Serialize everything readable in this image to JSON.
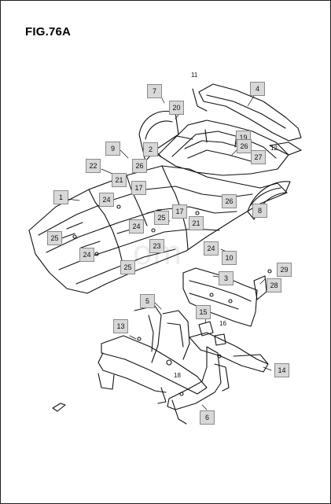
{
  "figure": {
    "title": "FIG.76A"
  },
  "watermark": "om",
  "callouts": [
    {
      "id": "c1",
      "label": "1"
    },
    {
      "id": "c2",
      "label": "2"
    },
    {
      "id": "c3",
      "label": "3"
    },
    {
      "id": "c4",
      "label": "4"
    },
    {
      "id": "c5",
      "label": "5"
    },
    {
      "id": "c6",
      "label": "6"
    },
    {
      "id": "c7",
      "label": "7"
    },
    {
      "id": "c8",
      "label": "8"
    },
    {
      "id": "c9",
      "label": "9"
    },
    {
      "id": "c10",
      "label": "10"
    },
    {
      "id": "c13",
      "label": "13"
    },
    {
      "id": "c14",
      "label": "14"
    },
    {
      "id": "c15",
      "label": "15"
    },
    {
      "id": "c17a",
      "label": "17"
    },
    {
      "id": "c17b",
      "label": "17"
    },
    {
      "id": "c19",
      "label": "19"
    },
    {
      "id": "c20",
      "label": "20"
    },
    {
      "id": "c21a",
      "label": "21"
    },
    {
      "id": "c21b",
      "label": "21"
    },
    {
      "id": "c22",
      "label": "22"
    },
    {
      "id": "c23",
      "label": "23"
    },
    {
      "id": "c24a",
      "label": "24"
    },
    {
      "id": "c24b",
      "label": "24"
    },
    {
      "id": "c24c",
      "label": "24"
    },
    {
      "id": "c24d",
      "label": "24"
    },
    {
      "id": "c25a",
      "label": "25"
    },
    {
      "id": "c25b",
      "label": "25"
    },
    {
      "id": "c25c",
      "label": "25"
    },
    {
      "id": "c26a",
      "label": "26"
    },
    {
      "id": "c26b",
      "label": "26"
    },
    {
      "id": "c26c",
      "label": "26"
    },
    {
      "id": "c27",
      "label": "27"
    },
    {
      "id": "c28",
      "label": "28"
    },
    {
      "id": "c29",
      "label": "29"
    }
  ],
  "plain_labels": [
    {
      "id": "p11",
      "label": "11"
    },
    {
      "id": "p12",
      "label": "12"
    },
    {
      "id": "p16",
      "label": "16"
    },
    {
      "id": "p18",
      "label": "18"
    }
  ]
}
